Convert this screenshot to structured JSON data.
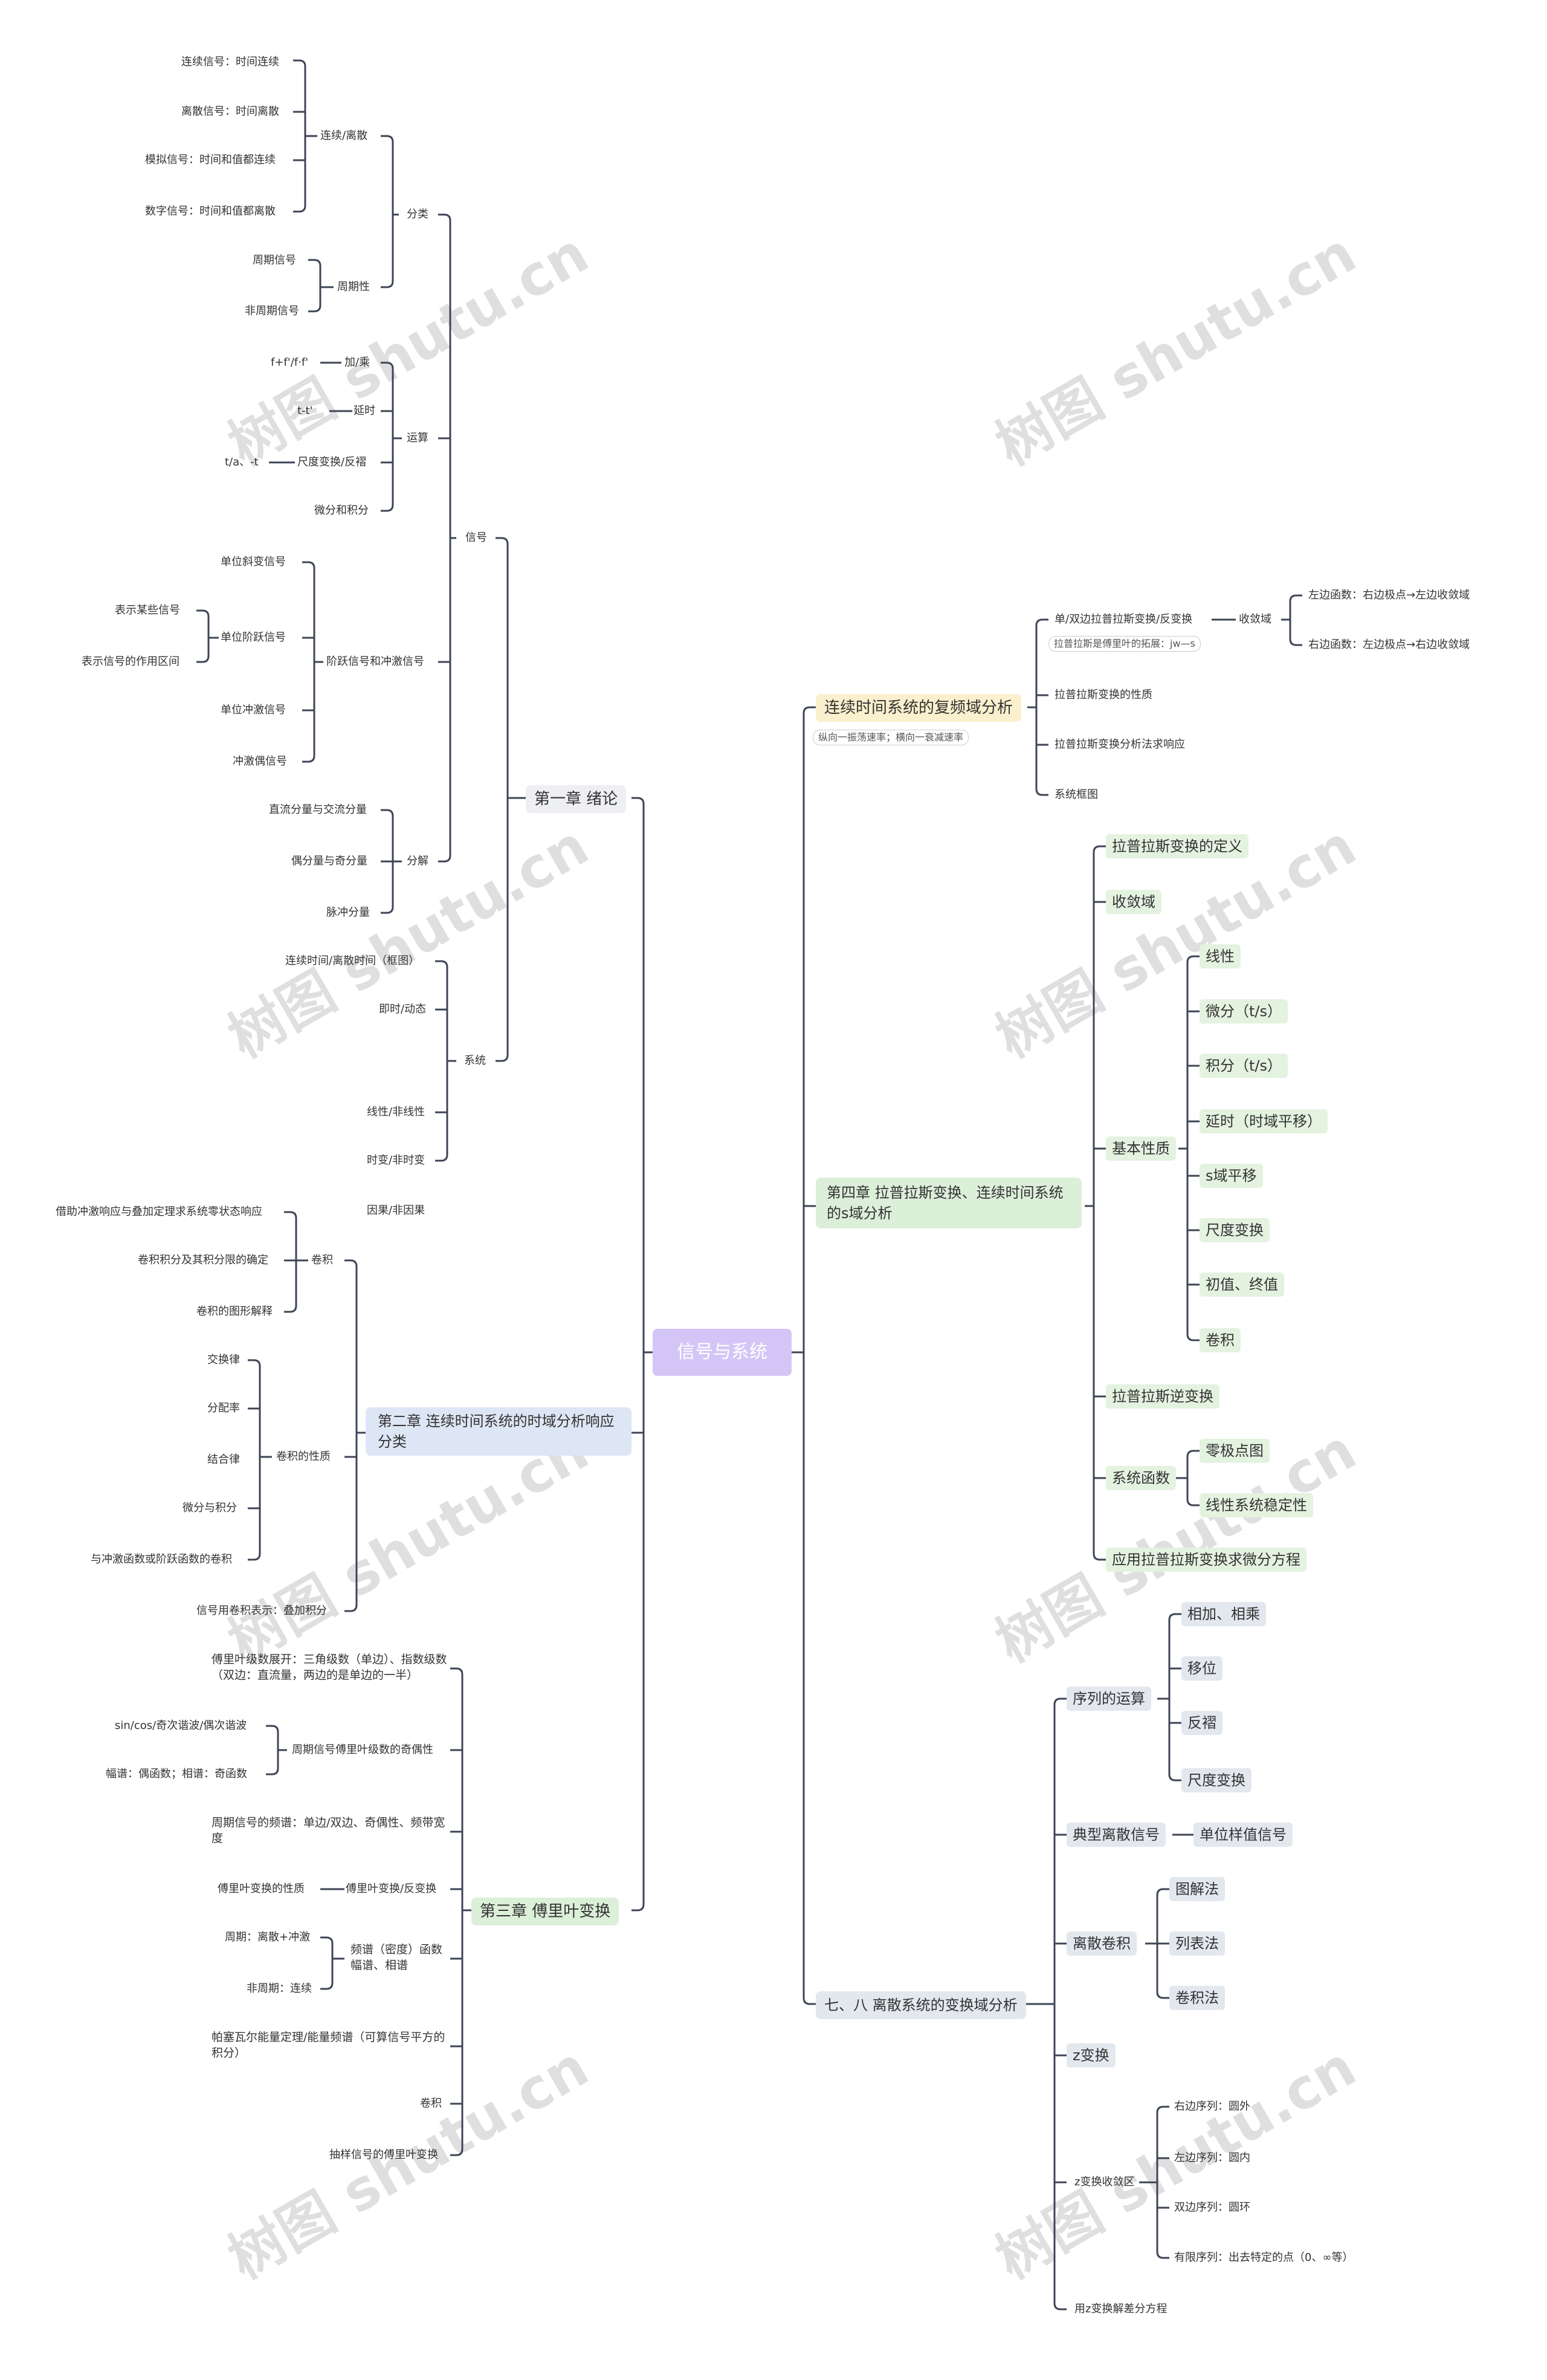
{
  "root": "信号与系统",
  "watermark": "树图 shutu.cn",
  "left": {
    "ch1": {
      "title": "第一章 绪论",
      "signal": "信号",
      "classify": "分类",
      "cont_disc": "连续/离散",
      "cd_items": [
        "连续信号：时间连续",
        "离散信号：时间离散",
        "模拟信号：时间和值都连续",
        "数字信号：时间和值都离散"
      ],
      "periodic": "周期性",
      "periodic_items": [
        "周期信号",
        "非周期信号"
      ],
      "ops": "运算",
      "add_mul": "加/乘",
      "add_mul_detail": "f+f'/f·f'",
      "delay": "延时",
      "delay_detail": "t-t'",
      "scale": "尺度变换/反褶",
      "scale_detail": "t/a、-t",
      "diffint": "微分和积分",
      "step": "阶跃信号和冲激信号",
      "ramp": "单位斜变信号",
      "unit_step": "单位阶跃信号",
      "step_details": [
        "表示某些信号",
        "表示信号的作用区间"
      ],
      "impulse": "单位冲激信号",
      "doublet": "冲激偶信号",
      "decomp": "分解",
      "decomp_items": [
        "直流分量与交流分量",
        "偶分量与奇分量",
        "脉冲分量"
      ],
      "system": "系统",
      "system_items": [
        "连续时间/离散时间（框图）",
        "即时/动态",
        "线性/非线性",
        "时变/非时变",
        "因果/非因果"
      ]
    },
    "ch2": {
      "title": "第二章 连续时间系统的时域分析响应分类",
      "conv": "卷积",
      "conv_items": [
        "借助冲激响应与叠加定理求系统零状态响应",
        "卷积积分及其积分限的确定",
        "卷积的图形解释"
      ],
      "props": "卷积的性质",
      "props_items": [
        "交换律",
        "分配率",
        "结合律",
        "微分与积分",
        "与冲激函数或阶跃函数的卷积"
      ],
      "rep": "信号用卷积表示：叠加积分"
    },
    "ch3": {
      "title": "第三章 傅里叶变换",
      "series": "傅里叶级数展开：三角级数（单边）、指数级数（双边：直流量，两边的是单边的一半）",
      "parity": "周期信号傅里叶级数的奇偶性",
      "parity_items": [
        "sin/cos/奇次谐波/偶次谐波",
        "幅谱：偶函数；相谱：奇函数"
      ],
      "spectrum": "周期信号的频谱：单边/双边、奇偶性、频带宽度",
      "ft": "傅里叶变换/反变换",
      "ft_detail": "傅里叶变换的性质",
      "density": "频谱（密度）函数幅谱、相谱",
      "density_items": [
        "周期：离散+冲激",
        "非周期：连续"
      ],
      "parseval": "帕塞瓦尔能量定理/能量频谱（可算信号平方的积分）",
      "conv": "卷积",
      "sampling": "抽样信号的傅里叶变换"
    }
  },
  "right": {
    "complex": {
      "title": "连续时间系统的复频域分析",
      "note": "纵向一振荡速率；横向一衰减速率",
      "laplace": "单/双边拉普拉斯变换/反变换",
      "laplace_note": "拉普拉斯是傅里叶的拓展：jw—s",
      "roc": "收敛域",
      "roc_items": [
        "左边函数：右边极点→左边收敛域",
        "右边函数：左边极点→右边收敛域"
      ],
      "items": [
        "拉普拉斯变换的性质",
        "拉普拉斯变换分析法求响应",
        "系统框图"
      ]
    },
    "ch4": {
      "title": "第四章 拉普拉斯变换、连续时间系统的s域分析",
      "def": "拉普拉斯变换的定义",
      "roc": "收敛域",
      "basic": "基本性质",
      "basic_items": [
        "线性",
        "微分（t/s）",
        "积分（t/s）",
        "延时（时域平移）",
        "s域平移",
        "尺度变换",
        "初值、终值",
        "卷积"
      ],
      "inverse": "拉普拉斯逆变换",
      "sysfunc": "系统函数",
      "sysfunc_items": [
        "零极点图",
        "线性系统稳定性"
      ],
      "diffeq": "应用拉普拉斯变换求微分方程"
    },
    "ch78": {
      "title": "七、八 离散系统的变换域分析",
      "seq_ops": "序列的运算",
      "seq_items": [
        "相加、相乘",
        "移位",
        "反褶",
        "尺度变换"
      ],
      "typical": "典型离散信号",
      "unit_sample": "单位样值信号",
      "dconv": "离散卷积",
      "dconv_items": [
        "图解法",
        "列表法",
        "卷积法"
      ],
      "z": "z变换",
      "zroc": "z变换收敛区",
      "zroc_items": [
        "右边序列：圆外",
        "左边序列：圆内",
        "双边序列：圆环",
        "有限序列：出去特定的点（0、∞等）"
      ],
      "zdiff": "用z变换解差分方程"
    }
  },
  "colors": {
    "line": "#3d4455",
    "root": "#d3c6f7"
  }
}
